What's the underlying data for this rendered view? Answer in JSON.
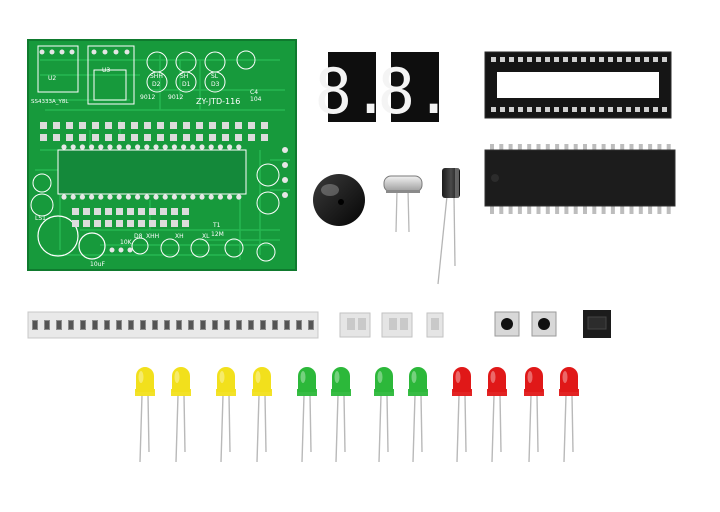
{
  "pcb": {
    "model": "ZY-JTD-116",
    "labels": {
      "ic_u2": "U2",
      "ic_u3": "U3",
      "u2_part": "SS4333A_Y8L",
      "q1": "9012",
      "q2": "9012",
      "shh": "SHH",
      "sh": "SH",
      "sl": "SL",
      "d2": "D2",
      "d1": "D1",
      "d3": "D3",
      "c4": "C4",
      "c4_val": "104",
      "ls1": "LS1",
      "c1_val": "10uF",
      "r_10k": "10K",
      "t1": "T1",
      "t1_val": "12M",
      "d8": "D8",
      "xhh": "XHH",
      "xh": "XH",
      "xl": "XL"
    }
  },
  "display": {
    "digits": [
      "8.",
      "8."
    ],
    "segment_color": "#f4f4f4"
  },
  "components": {
    "led_colors": [
      "#f2e01c",
      "#2cb83a",
      "#e01818"
    ],
    "led_counts": {
      "yellow": 4,
      "green": 4,
      "red": 4
    }
  }
}
